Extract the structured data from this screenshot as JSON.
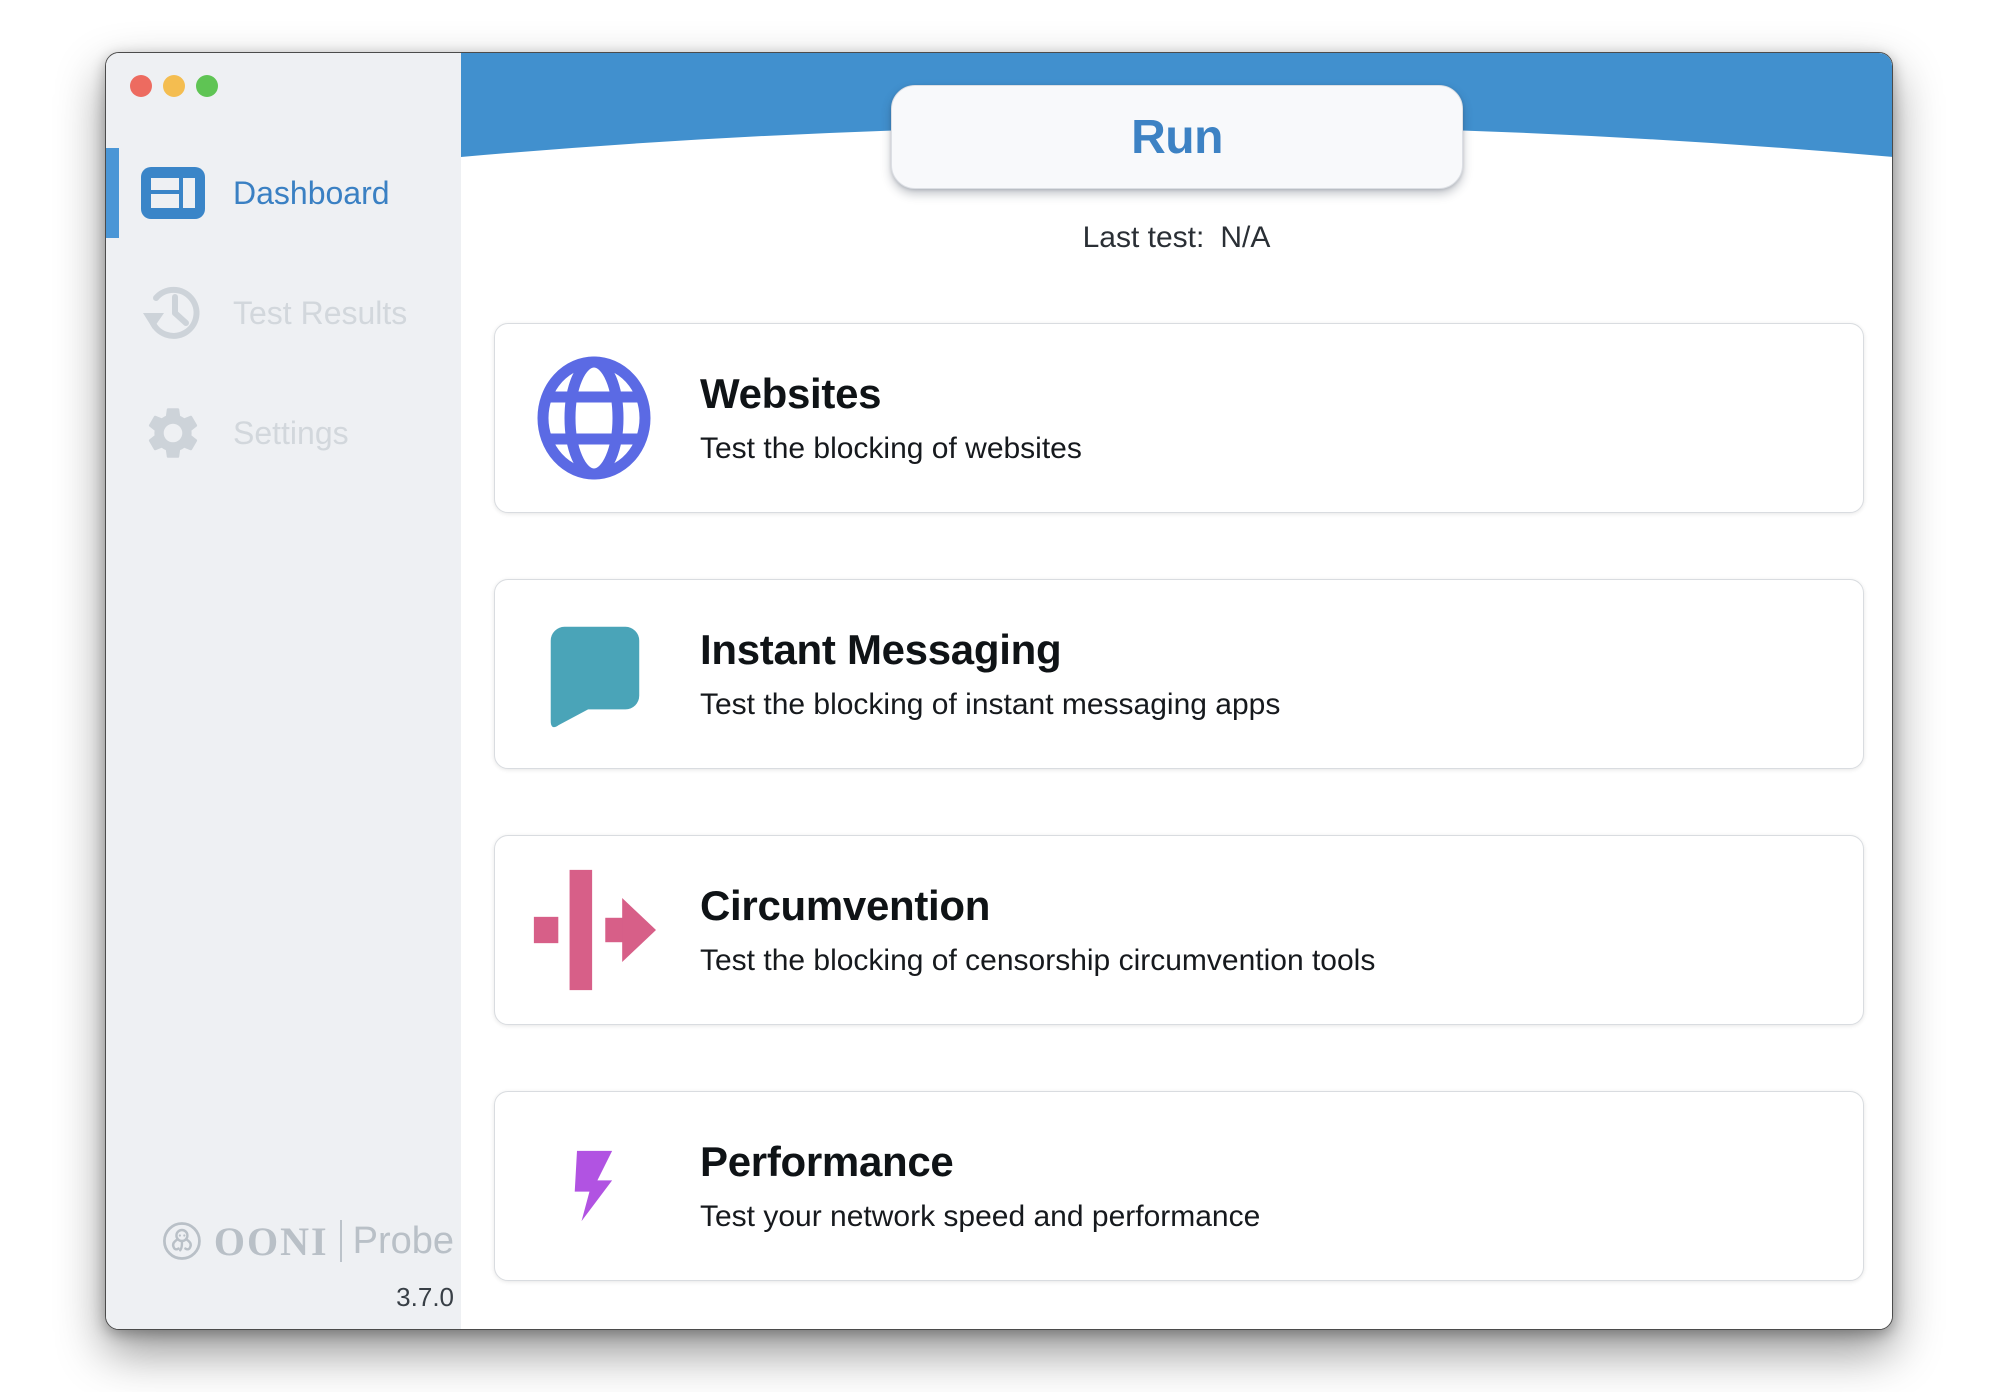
{
  "window_controls": {
    "close_icon": "traffic-light-close",
    "minimize_icon": "traffic-light-minimize",
    "zoom_icon": "traffic-light-zoom"
  },
  "sidebar": {
    "items": [
      {
        "label": "Dashboard",
        "icon": "dashboard-icon",
        "active": true
      },
      {
        "label": "Test Results",
        "icon": "history-icon",
        "active": false
      },
      {
        "label": "Settings",
        "icon": "gear-icon",
        "active": false
      }
    ],
    "footer": {
      "logo_icon": "ooni-octopus-logo",
      "brand": "OONI",
      "product": "Probe",
      "version": "3.7.0"
    }
  },
  "header": {
    "run_button_label": "Run",
    "last_test_label": "Last test:",
    "last_test_value": "N/A"
  },
  "cards": [
    {
      "title": "Websites",
      "description": "Test the blocking of websites",
      "icon": "globe-icon",
      "icon_color": "#5b6ae4"
    },
    {
      "title": "Instant Messaging",
      "description": "Test the blocking of instant messaging apps",
      "icon": "chat-bubble-icon",
      "icon_color": "#4aa4b8"
    },
    {
      "title": "Circumvention",
      "description": "Test the blocking of censorship circumvention tools",
      "icon": "circumvention-arrow-icon",
      "icon_color": "#d75f88"
    },
    {
      "title": "Performance",
      "description": "Test your network speed and performance",
      "icon": "lightning-bolt-icon",
      "icon_color": "#b153e2"
    }
  ],
  "colors": {
    "header_blue": "#4190ce",
    "accent_blue": "#3d82c4",
    "active_item_blue": "#3a80c3",
    "sidebar_bg": "#eef0f3",
    "disabled_gray": "#d2d7dc",
    "traffic_red": "#ed6b60",
    "traffic_yellow": "#f4bd50",
    "traffic_green": "#5fc454"
  }
}
